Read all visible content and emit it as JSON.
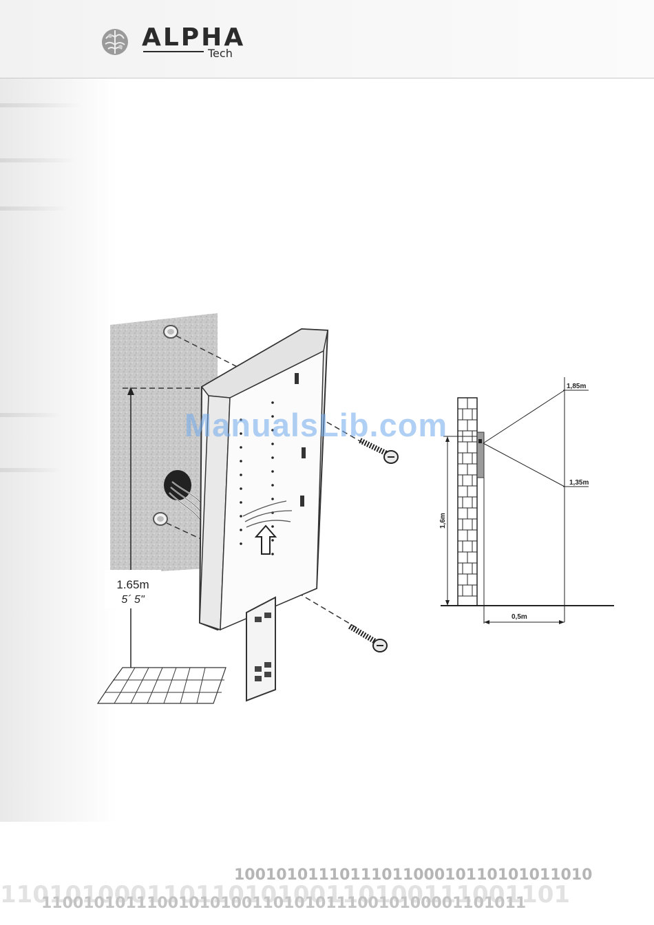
{
  "header": {
    "logo_word": "ALPHA",
    "logo_sub": "Tech"
  },
  "illustration": {
    "height_label": "1.65m",
    "height_label_imperial": "5´ 5\""
  },
  "diagram": {
    "upper_label": "1,85m",
    "lower_label": "1,35m",
    "vertical_label": "1,6m",
    "horizontal_label": "0,5m"
  },
  "watermark": "ManualsLib.com",
  "footer": {
    "binary_line_1": "1001010111011101100010110101011010",
    "binary_line_2": "11010100011011010100110100111001101",
    "binary_line_3": "1100101011100101010011010101110010100001101011"
  }
}
